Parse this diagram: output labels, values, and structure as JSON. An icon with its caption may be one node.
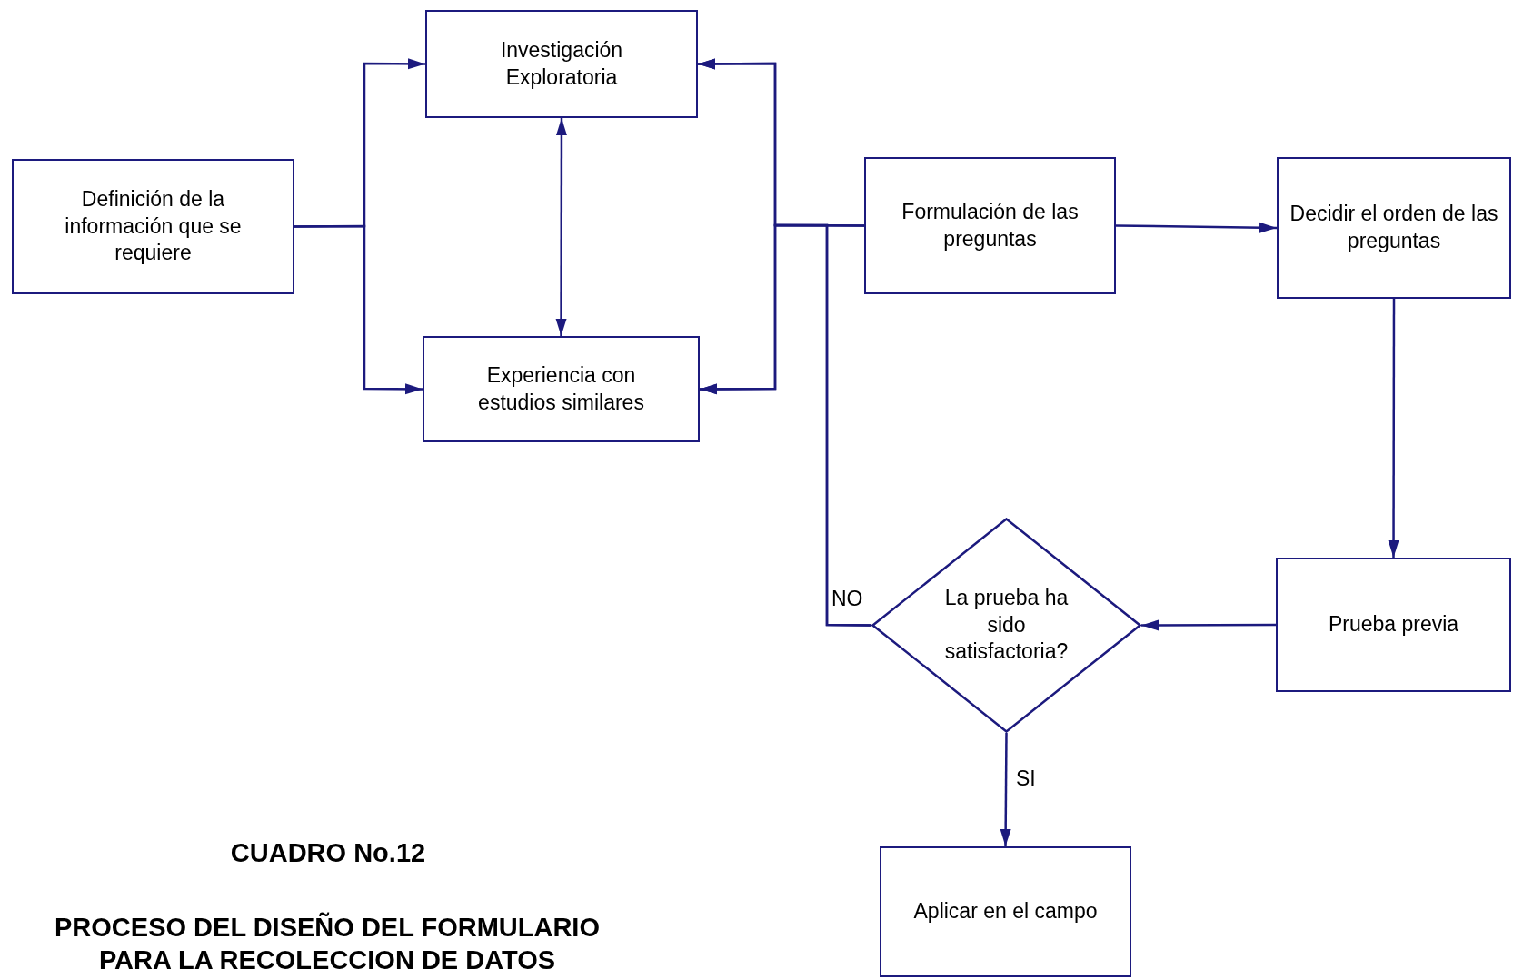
{
  "diagram": {
    "title": "CUADRO No.12",
    "caption": "PROCESO DEL DISEÑO DEL FORMULARIO PARA LA RECOLECCION DE DATOS",
    "nodes": [
      {
        "text": [
          "Definición de la información que se requiere"
        ]
      },
      {
        "text": [
          "Investigación Exploratoria"
        ]
      },
      {
        "text": [
          "Experiencia con estudios similares"
        ]
      },
      {
        "text": [
          "Formulación de las preguntas"
        ]
      },
      {
        "text": [
          "Decidir el orden de las preguntas"
        ]
      },
      {
        "text": [
          "Prueba previa"
        ]
      },
      {
        "text": [
          "La prueba ha sido satisfactoria?"
        ]
      },
      {
        "text": [
          "Aplicar en el campo"
        ]
      }
    ],
    "edges": [
      {
        "from": 0,
        "to": 1,
        "arrow": "to"
      },
      {
        "from": 0,
        "to": 2,
        "arrow": "to"
      },
      {
        "from": 1,
        "to": 2,
        "arrow": "both"
      },
      {
        "from": 3,
        "to": 1,
        "arrow": "to"
      },
      {
        "from": 3,
        "to": 2,
        "arrow": "to"
      },
      {
        "from": 3,
        "to": 4,
        "arrow": "to"
      },
      {
        "from": 4,
        "to": 5,
        "arrow": "to"
      },
      {
        "from": 5,
        "to": 6,
        "arrow": "to"
      },
      {
        "from": 6,
        "to": 1,
        "arrow": "to",
        "label": "NO"
      },
      {
        "from": 6,
        "to": 2,
        "arrow": "to"
      },
      {
        "from": 6,
        "to": 7,
        "arrow": "to",
        "label": "SI"
      }
    ]
  }
}
